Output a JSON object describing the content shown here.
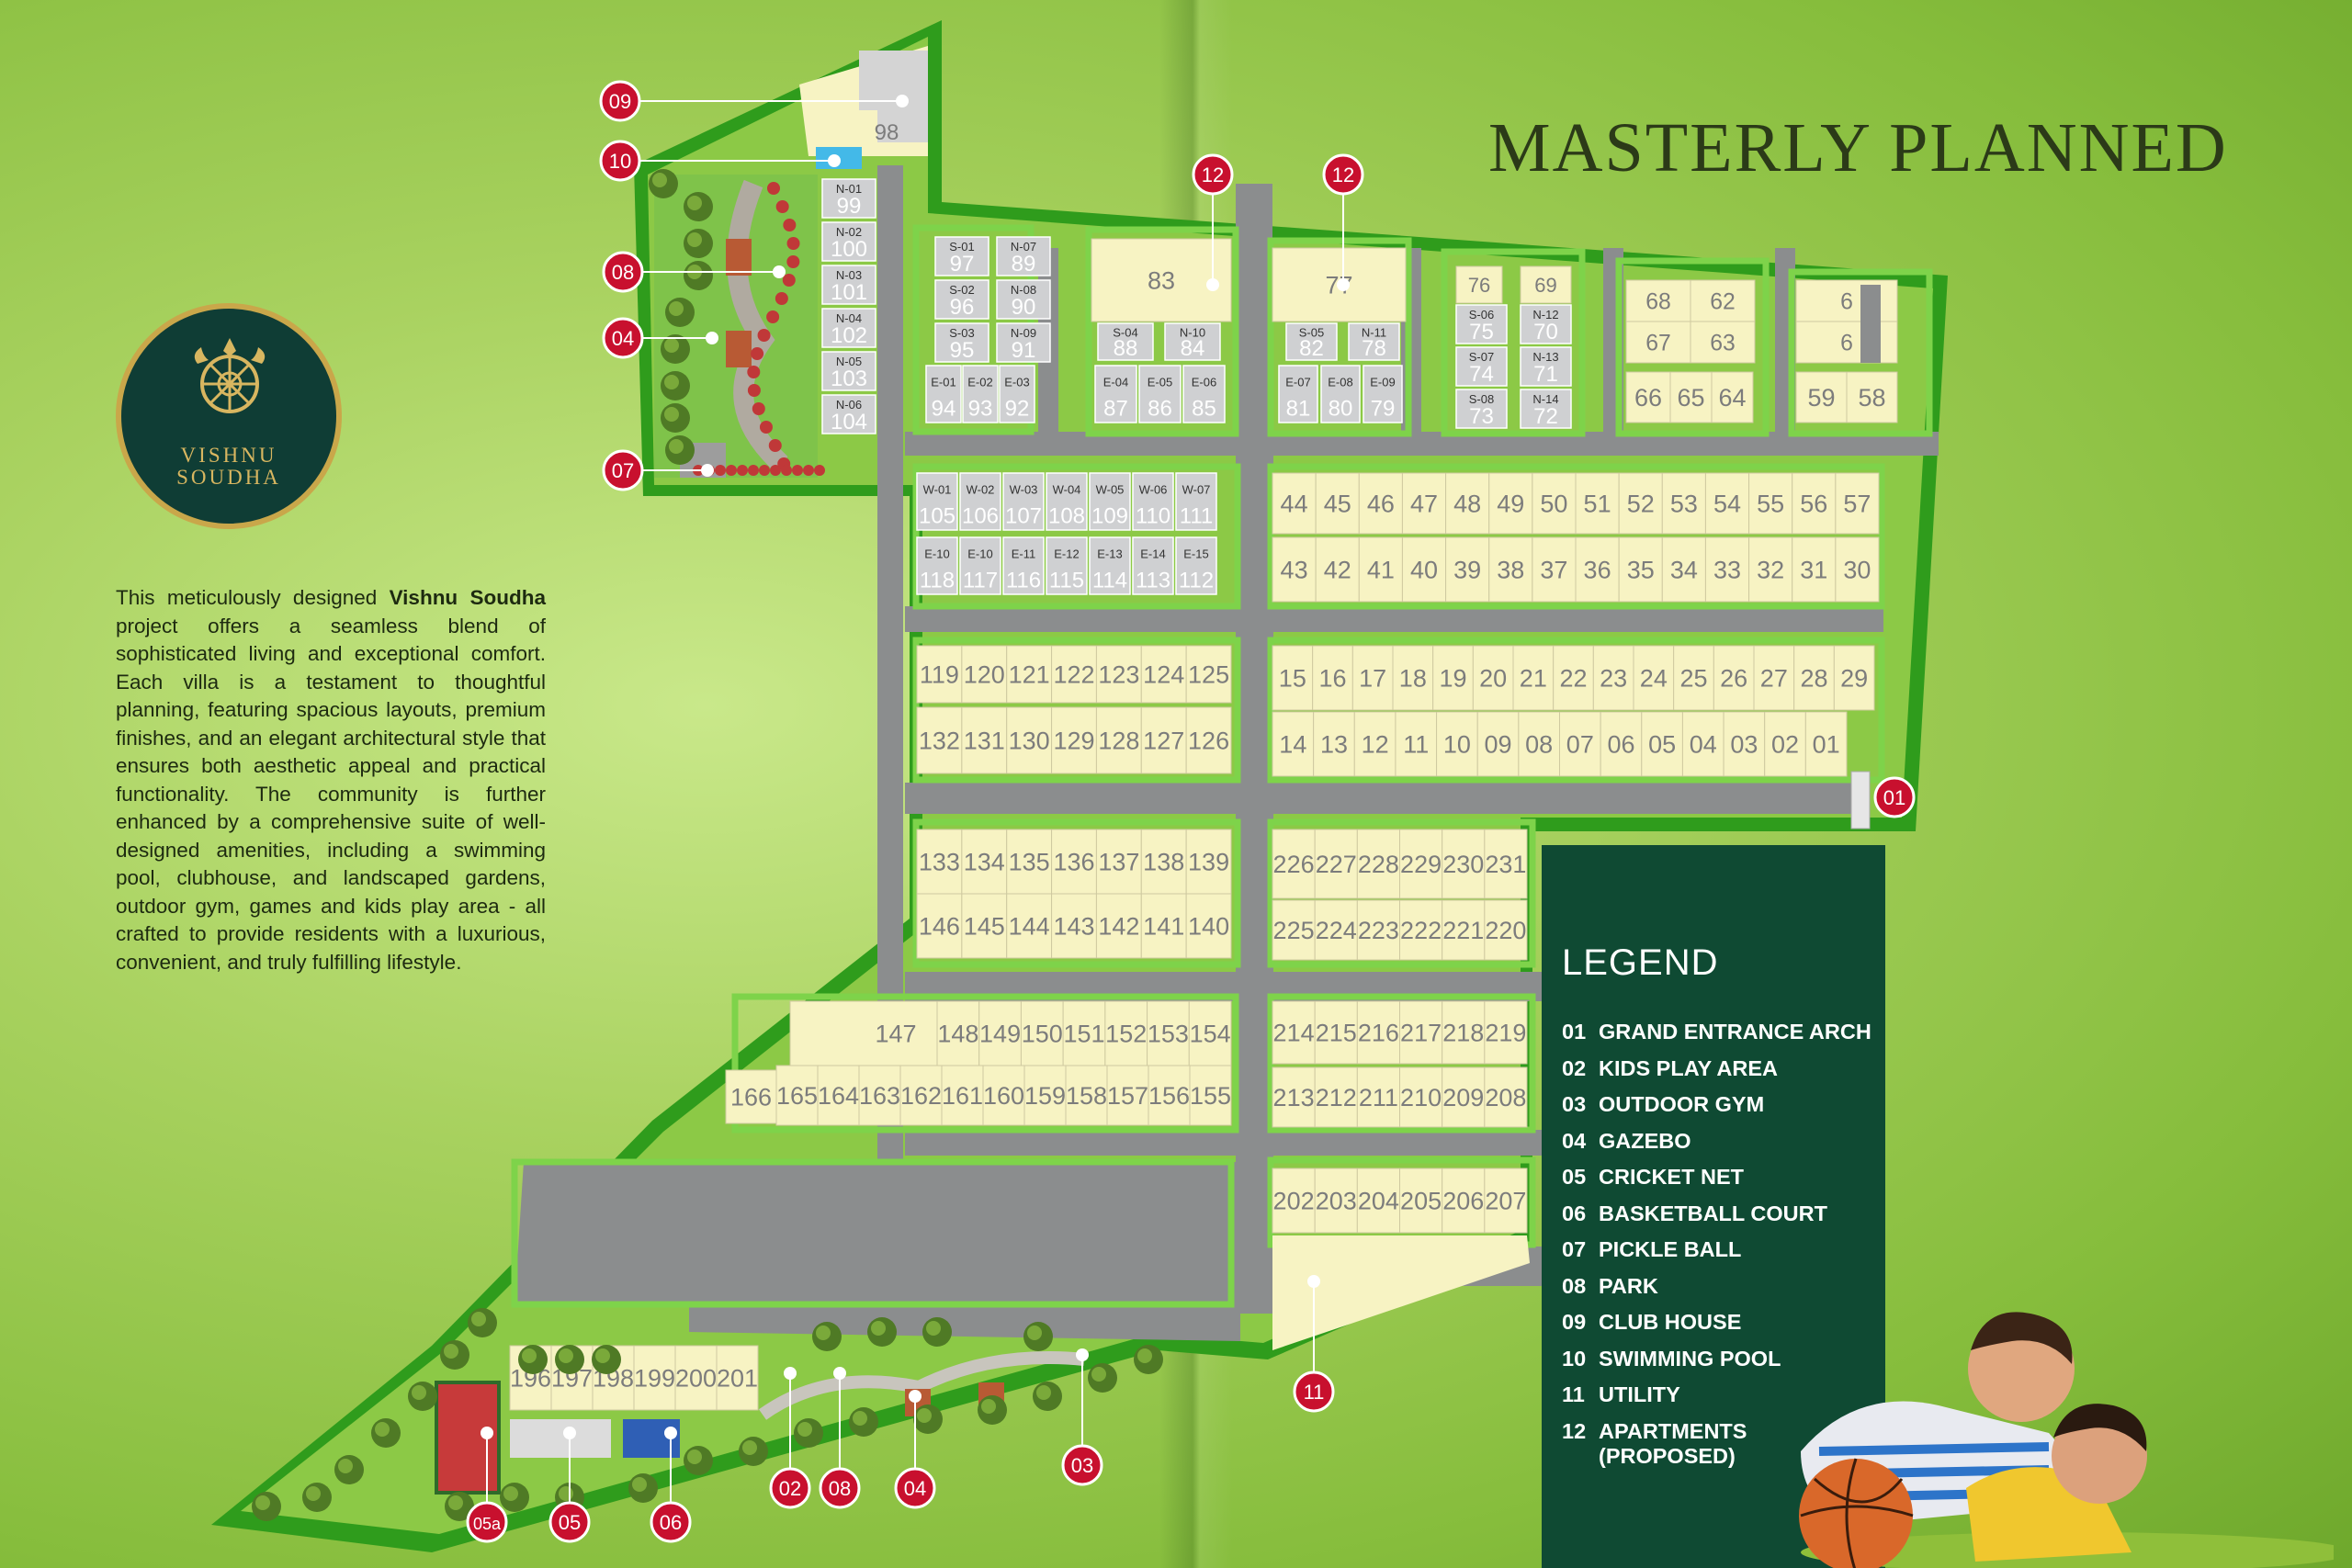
{
  "title": "MASTERLY PLANNED",
  "brand": {
    "line1": "VISHNU",
    "line2": "SOUDHA"
  },
  "description": {
    "lead": "This meticulously designed ",
    "project_name": "Vishnu Soudha",
    "body": " project offers a seamless blend of sophisticated living and exceptional comfort. Each villa is a testament to thoughtful planning, featuring spacious layouts, premium finishes, and an elegant architectural style that ensures both aesthetic appeal and practical functionality. The community is further enhanced by a comprehensive suite of well-designed amenities, including a swimming pool, clubhouse, and landscaped gardens, outdoor gym, games and kids play area - all crafted to provide residents with a luxurious, convenient, and truly fulfilling lifestyle."
  },
  "legend": {
    "title": "LEGEND",
    "items": [
      {
        "num": "01",
        "label": "GRAND ENTRANCE ARCH"
      },
      {
        "num": "02",
        "label": "KIDS PLAY AREA"
      },
      {
        "num": "03",
        "label": "OUTDOOR GYM"
      },
      {
        "num": "04",
        "label": "GAZEBO"
      },
      {
        "num": "05",
        "label": "CRICKET NET"
      },
      {
        "num": "06",
        "label": "BASKETBALL COURT"
      },
      {
        "num": "07",
        "label": "PICKLE BALL"
      },
      {
        "num": "08",
        "label": "PARK"
      },
      {
        "num": "09",
        "label": "CLUB HOUSE"
      },
      {
        "num": "10",
        "label": "SWIMMING POOL"
      },
      {
        "num": "11",
        "label": "UTILITY"
      },
      {
        "num": "12",
        "label": "APARTMENTS",
        "label2": "(PROPOSED)"
      }
    ]
  },
  "markers": [
    "09",
    "10",
    "08",
    "04",
    "07",
    "12",
    "12",
    "01",
    "11",
    "02",
    "08",
    "04",
    "03",
    "05a",
    "05",
    "06"
  ],
  "plots": {
    "clubhouse": "98",
    "north_left": [
      {
        "code": "N-01",
        "num": "99"
      },
      {
        "code": "N-02",
        "num": "100"
      },
      {
        "code": "N-03",
        "num": "101"
      },
      {
        "code": "N-04",
        "num": "102"
      },
      {
        "code": "N-05",
        "num": "103"
      },
      {
        "code": "N-06",
        "num": "104"
      }
    ],
    "block_a": [
      {
        "code": "S-01",
        "num": "97"
      },
      {
        "code": "N-07",
        "num": "89"
      },
      {
        "code": "S-02",
        "num": "96"
      },
      {
        "code": "N-08",
        "num": "90"
      },
      {
        "code": "S-03",
        "num": "95"
      },
      {
        "code": "N-09",
        "num": "91"
      },
      {
        "code": "E-01",
        "num": "94"
      },
      {
        "code": "E-02",
        "num": "93"
      },
      {
        "code": "E-03",
        "num": "92"
      }
    ],
    "block_b": [
      {
        "code": "S-04",
        "num": "88"
      },
      {
        "code": "N-10",
        "num": "84"
      },
      {
        "code": "E-04",
        "num": "87"
      },
      {
        "code": "E-05",
        "num": "86"
      },
      {
        "code": "E-06",
        "num": "85"
      }
    ],
    "block_b_top": "83",
    "block_c": [
      {
        "code": "S-05",
        "num": "82"
      },
      {
        "code": "N-11",
        "num": "78"
      },
      {
        "code": "E-07",
        "num": "81"
      },
      {
        "code": "E-08",
        "num": "80"
      },
      {
        "code": "E-09",
        "num": "79"
      }
    ],
    "block_c_top": "77",
    "block_d_top": [
      "76",
      "69"
    ],
    "block_d": [
      {
        "code": "S-06",
        "num": "75"
      },
      {
        "code": "N-12",
        "num": "70"
      },
      {
        "code": "S-07",
        "num": "74"
      },
      {
        "code": "N-13",
        "num": "71"
      },
      {
        "code": "S-08",
        "num": "73"
      },
      {
        "code": "N-14",
        "num": "72"
      }
    ],
    "block_e_rows": [
      [
        "68",
        "62"
      ],
      [
        "67",
        "63"
      ],
      [
        "66",
        "65",
        "64"
      ]
    ],
    "block_f": [
      [
        "6",
        "6"
      ],
      [
        "59",
        "58"
      ]
    ],
    "row_w": [
      {
        "code": "W-01",
        "num": "105"
      },
      {
        "code": "W-02",
        "num": "106"
      },
      {
        "code": "W-03",
        "num": "107"
      },
      {
        "code": "W-04",
        "num": "108"
      },
      {
        "code": "W-05",
        "num": "109"
      },
      {
        "code": "W-06",
        "num": "110"
      },
      {
        "code": "W-07",
        "num": "111"
      }
    ],
    "row_e": [
      {
        "code": "E-10",
        "num": "118"
      },
      {
        "code": "E-10",
        "num": "117"
      },
      {
        "code": "E-11",
        "num": "116"
      },
      {
        "code": "E-12",
        "num": "115"
      },
      {
        "code": "E-13",
        "num": "114"
      },
      {
        "code": "E-14",
        "num": "113"
      },
      {
        "code": "E-15",
        "num": "112"
      }
    ],
    "r44_57": [
      "44",
      "45",
      "46",
      "47",
      "48",
      "49",
      "50",
      "51",
      "52",
      "53",
      "54",
      "55",
      "56",
      "57"
    ],
    "r43_30": [
      "43",
      "42",
      "41",
      "40",
      "39",
      "38",
      "37",
      "36",
      "35",
      "34",
      "33",
      "32",
      "31",
      "30"
    ],
    "r119_125": [
      "119",
      "120",
      "121",
      "122",
      "123",
      "124",
      "125"
    ],
    "r132_126": [
      "132",
      "131",
      "130",
      "129",
      "128",
      "127",
      "126"
    ],
    "r15_29": [
      "15",
      "16",
      "17",
      "18",
      "19",
      "20",
      "21",
      "22",
      "23",
      "24",
      "25",
      "26",
      "27",
      "28",
      "29"
    ],
    "r14_01": [
      "14",
      "13",
      "12",
      "11",
      "10",
      "09",
      "08",
      "07",
      "06",
      "05",
      "04",
      "03",
      "02",
      "01"
    ],
    "r133_139": [
      "133",
      "134",
      "135",
      "136",
      "137",
      "138",
      "139"
    ],
    "r146_140": [
      "146",
      "145",
      "144",
      "143",
      "142",
      "141",
      "140"
    ],
    "r226_231": [
      "226",
      "227",
      "228",
      "229",
      "230",
      "231"
    ],
    "r225_220": [
      "225",
      "224",
      "223",
      "222",
      "221",
      "220"
    ],
    "r147_154": [
      "147",
      "148",
      "149",
      "150",
      "151",
      "152",
      "153",
      "154"
    ],
    "r166_155": [
      "166",
      "165",
      "164",
      "163",
      "162",
      "161",
      "160",
      "159",
      "158",
      "157",
      "156",
      "155"
    ],
    "r214_219": [
      "214",
      "215",
      "216",
      "217",
      "218",
      "219"
    ],
    "r213_208": [
      "213",
      "212",
      "211",
      "210",
      "209",
      "208"
    ],
    "r202_207": [
      "202",
      "203",
      "204",
      "205",
      "206",
      "207"
    ],
    "r196_201": [
      "196",
      "197",
      "198",
      "199",
      "200",
      "201"
    ]
  },
  "colors": {
    "plot_fill": "#f7f3c3",
    "road": "#8b8d8e",
    "border_green": "#2f9c1c",
    "verge": "#7ed34a",
    "marker_red": "#c8102e",
    "legend_bg": "#0f4a33",
    "logo_bg": "#0f3d35",
    "logo_gold": "#c9a74a"
  }
}
